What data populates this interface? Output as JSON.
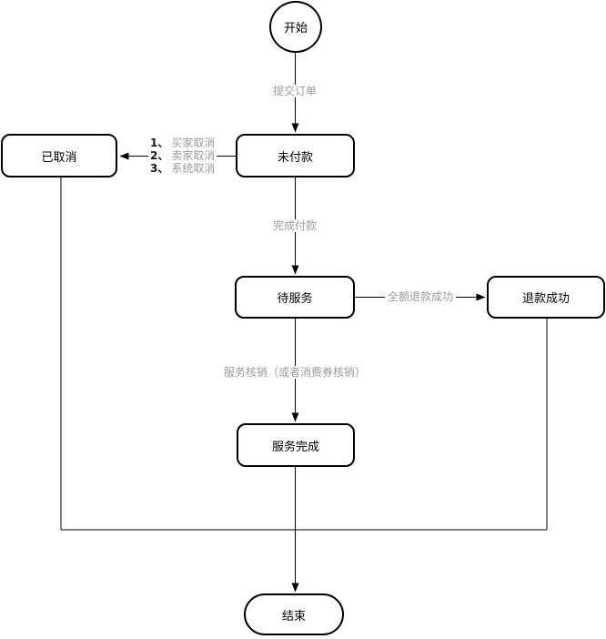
{
  "diagram": {
    "nodes": {
      "start": {
        "label": "开始"
      },
      "unpaid": {
        "label": "未付款"
      },
      "cancelled": {
        "label": "已取消"
      },
      "awaiting_service": {
        "label": "待服务"
      },
      "refund_success": {
        "label": "退款成功"
      },
      "service_complete": {
        "label": "服务完成"
      },
      "end": {
        "label": "结束"
      }
    },
    "edge_labels": {
      "submit_order": "提交订单",
      "complete_payment": "完成付款",
      "full_refund": "全额退款成功",
      "service_verification": "服务核销（或者消费券核销）",
      "cancel_reasons": [
        {
          "num": "1、",
          "text": "买家取消"
        },
        {
          "num": "2、",
          "text": "卖家取消"
        },
        {
          "num": "3、",
          "text": "系统取消"
        }
      ]
    },
    "colors": {
      "node_border": "#000000",
      "node_text": "#000000",
      "line": "#000000",
      "edge_label_text": "#9b9b9b",
      "background": "#ffffff"
    }
  }
}
